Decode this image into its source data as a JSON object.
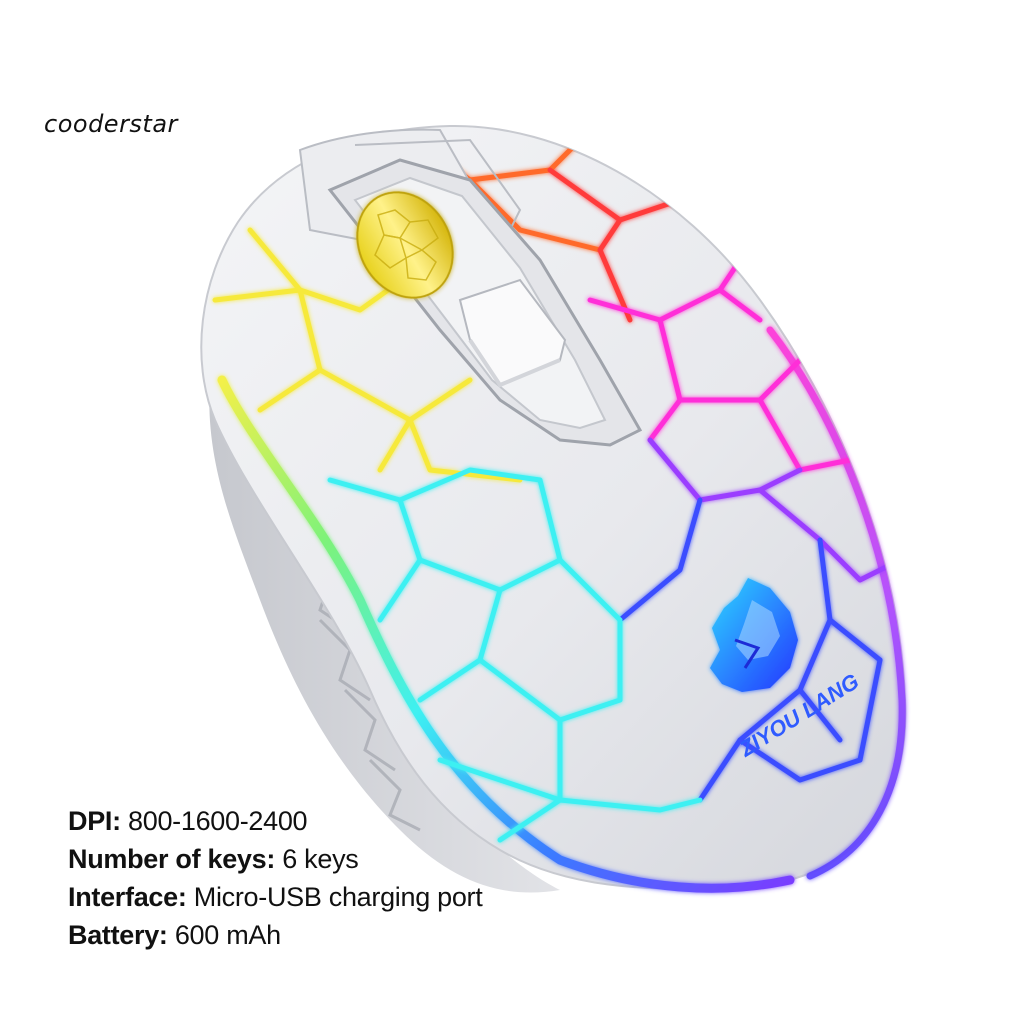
{
  "brand": {
    "name": "cooderstar"
  },
  "product": {
    "logo_text": "ZIYOU LANG",
    "logo_icon": "wolf-head-icon"
  },
  "specs": [
    {
      "label": "DPI:",
      "value": "800-1600-2400"
    },
    {
      "label": "Number of keys:",
      "value": "6 keys"
    },
    {
      "label": "Interface:",
      "value": "Micro-USB charging port"
    },
    {
      "label": "Battery:",
      "value": "600 mAh"
    }
  ],
  "colors": {
    "shell": "#e9eaee",
    "shell_shadow": "#b9bcc4",
    "yellow": "#f6e93a",
    "orange": "#ff7a2a",
    "red": "#ff3b3b",
    "magenta": "#ff2fd8",
    "violet": "#8a3cff",
    "blue": "#2f49ff",
    "cyan": "#3ef0f2"
  }
}
